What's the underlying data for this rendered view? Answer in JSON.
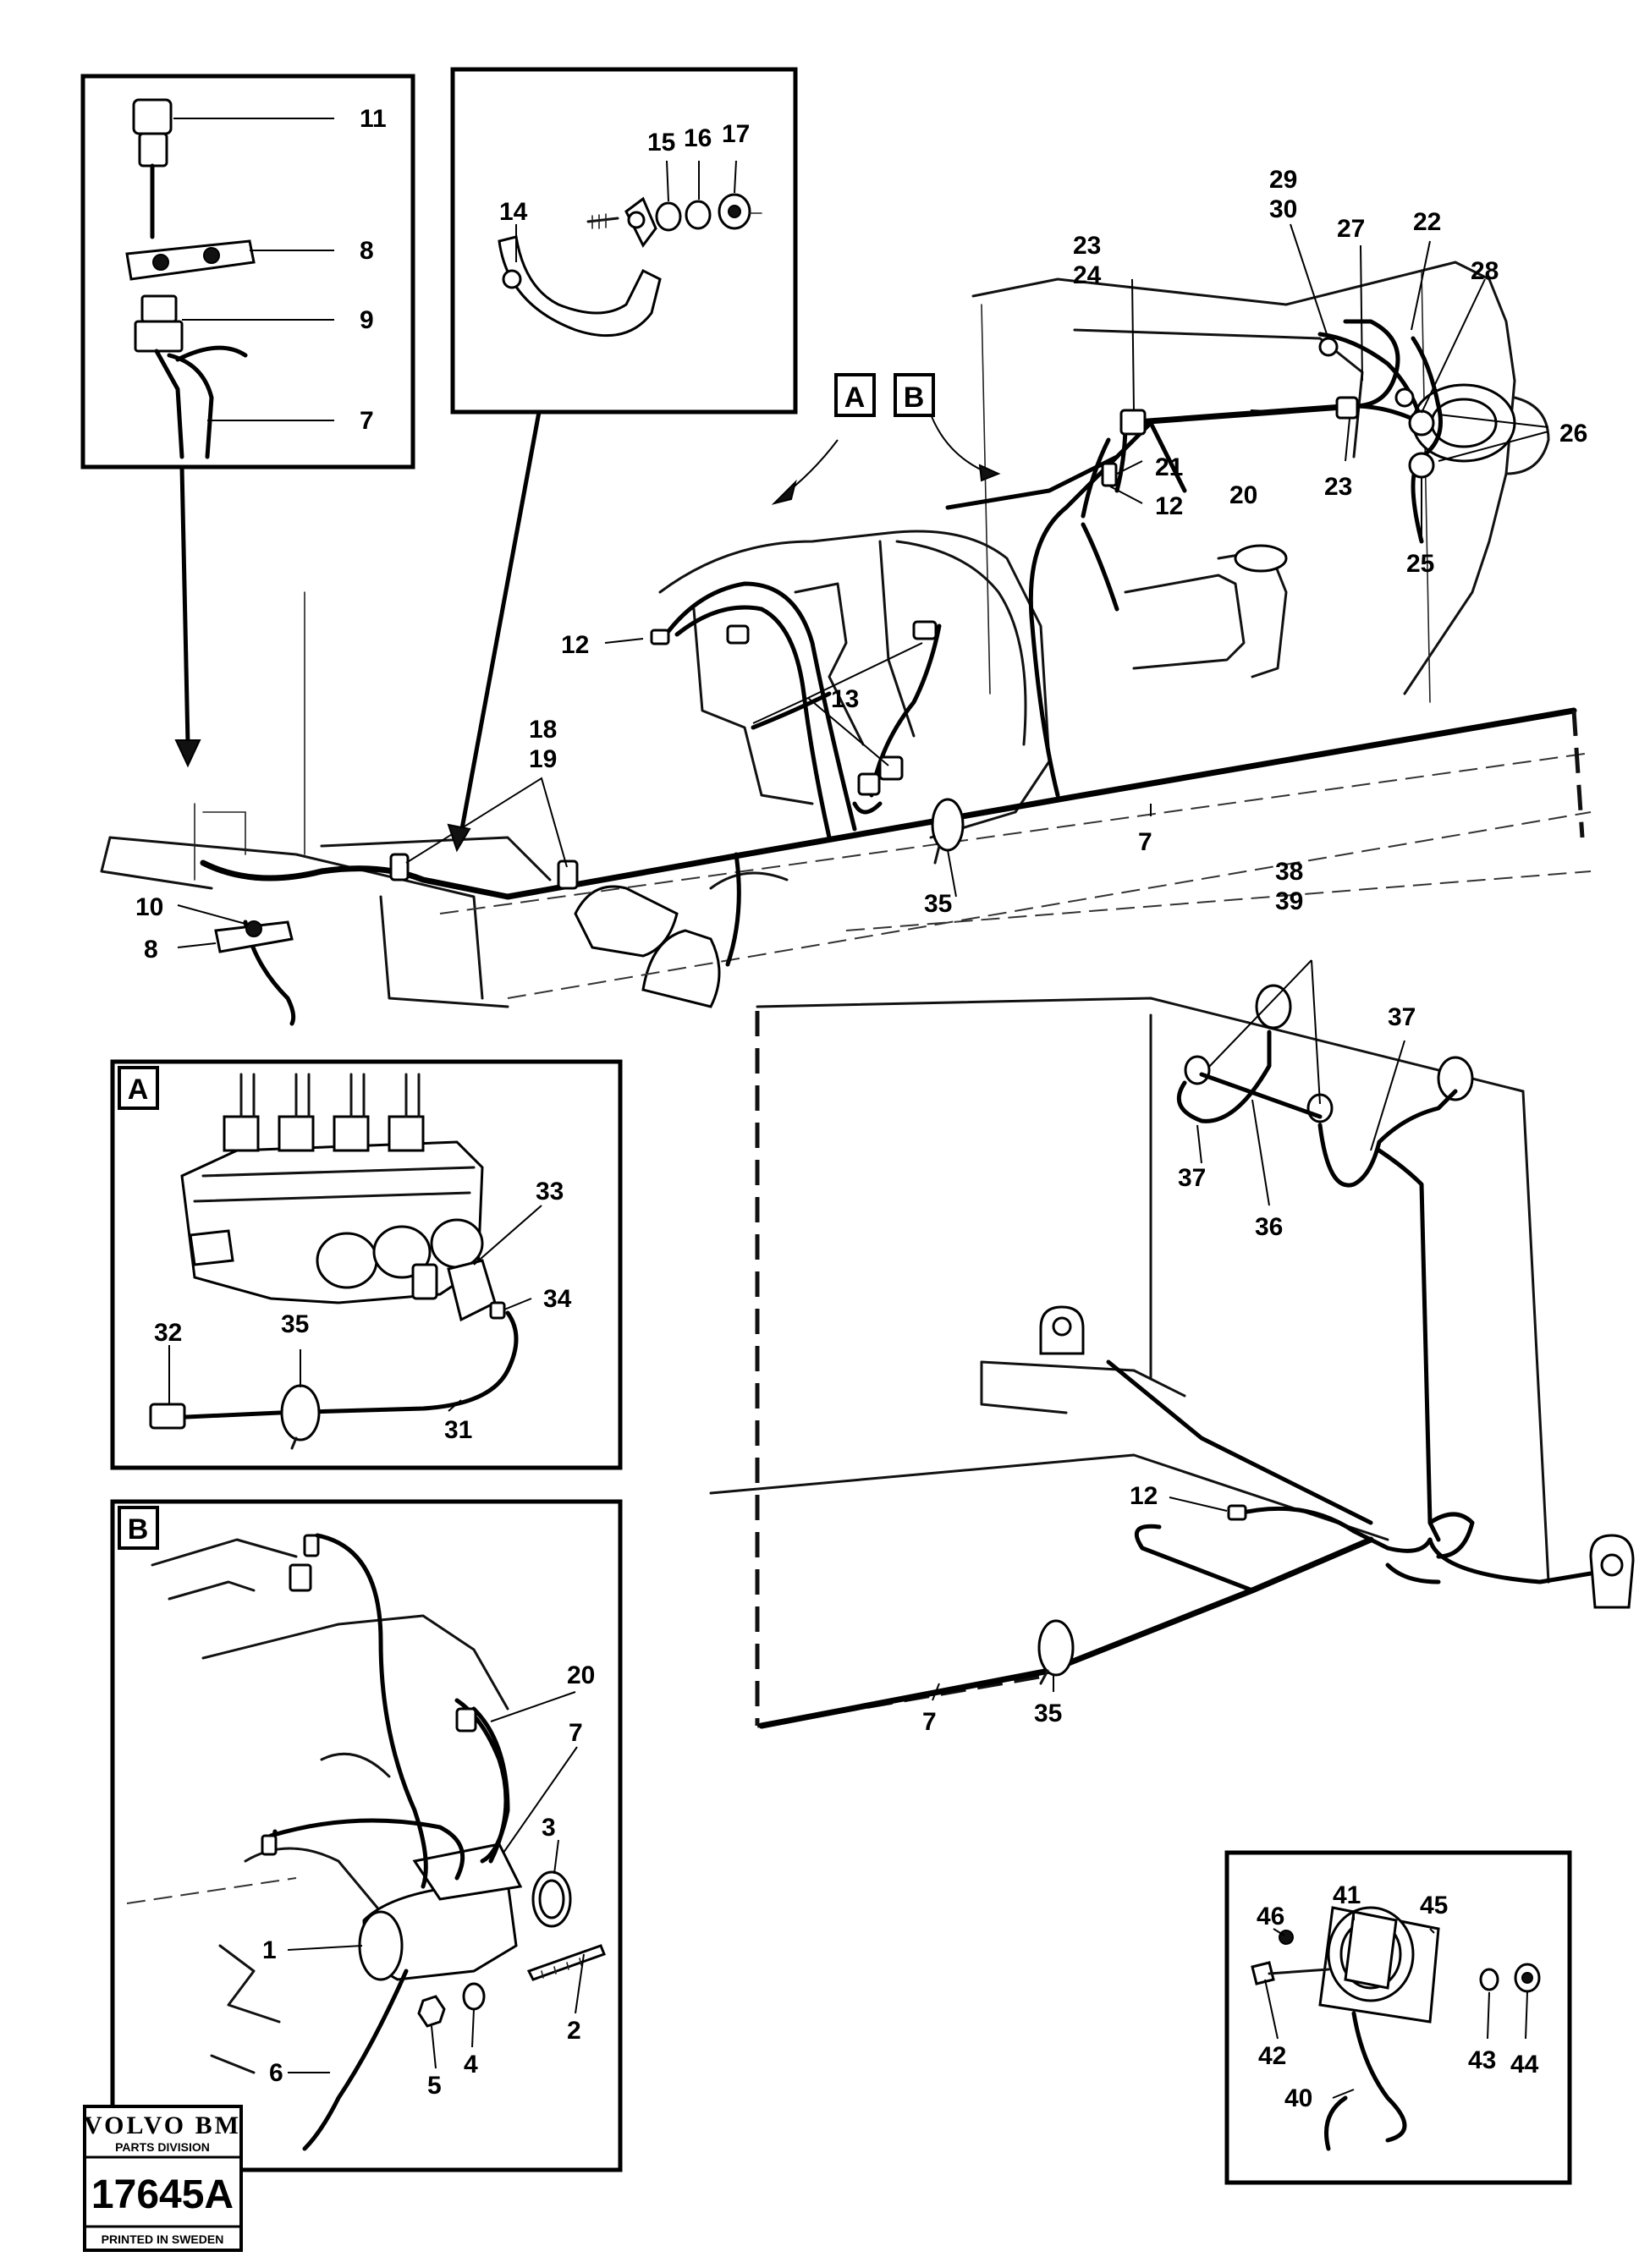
{
  "callouts": [
    {
      "id": "c-11",
      "text": "11"
    },
    {
      "id": "c-8a",
      "text": "8"
    },
    {
      "id": "c-9",
      "text": "9"
    },
    {
      "id": "c-7a",
      "text": "7"
    },
    {
      "id": "c-14",
      "text": "14"
    },
    {
      "id": "c-15",
      "text": "15"
    },
    {
      "id": "c-16",
      "text": "16"
    },
    {
      "id": "c-17",
      "text": "17"
    },
    {
      "id": "c-29",
      "text": "29"
    },
    {
      "id": "c-30",
      "text": "30"
    },
    {
      "id": "c-27",
      "text": "27"
    },
    {
      "id": "c-22",
      "text": "22"
    },
    {
      "id": "c-23a",
      "text": "23"
    },
    {
      "id": "c-24",
      "text": "24"
    },
    {
      "id": "c-28",
      "text": "28"
    },
    {
      "id": "c-26",
      "text": "26"
    },
    {
      "id": "c-21",
      "text": "21"
    },
    {
      "id": "c-12a",
      "text": "12"
    },
    {
      "id": "c-20a",
      "text": "20"
    },
    {
      "id": "c-23b",
      "text": "23"
    },
    {
      "id": "c-25",
      "text": "25"
    },
    {
      "id": "c-12b",
      "text": "12"
    },
    {
      "id": "c-13",
      "text": "13"
    },
    {
      "id": "c-18",
      "text": "18"
    },
    {
      "id": "c-19",
      "text": "19"
    },
    {
      "id": "c-7b",
      "text": "7"
    },
    {
      "id": "c-10",
      "text": "10"
    },
    {
      "id": "c-8b",
      "text": "8"
    },
    {
      "id": "c-35a",
      "text": "35"
    },
    {
      "id": "c-38",
      "text": "38"
    },
    {
      "id": "c-39",
      "text": "39"
    },
    {
      "id": "c-37a",
      "text": "37"
    },
    {
      "id": "c-37b",
      "text": "37"
    },
    {
      "id": "c-36",
      "text": "36"
    },
    {
      "id": "c-33",
      "text": "33"
    },
    {
      "id": "c-34",
      "text": "34"
    },
    {
      "id": "c-32",
      "text": "32"
    },
    {
      "id": "c-35b",
      "text": "35"
    },
    {
      "id": "c-31",
      "text": "31"
    },
    {
      "id": "c-12c",
      "text": "12"
    },
    {
      "id": "c-7c",
      "text": "7"
    },
    {
      "id": "c-35c",
      "text": "35"
    },
    {
      "id": "c-20b",
      "text": "20"
    },
    {
      "id": "c-7d",
      "text": "7"
    },
    {
      "id": "c-3",
      "text": "3"
    },
    {
      "id": "c-1",
      "text": "1"
    },
    {
      "id": "c-2",
      "text": "2"
    },
    {
      "id": "c-6",
      "text": "6"
    },
    {
      "id": "c-5",
      "text": "5"
    },
    {
      "id": "c-4",
      "text": "4"
    },
    {
      "id": "c-41",
      "text": "41"
    },
    {
      "id": "c-45",
      "text": "45"
    },
    {
      "id": "c-46",
      "text": "46"
    },
    {
      "id": "c-42",
      "text": "42"
    },
    {
      "id": "c-43",
      "text": "43"
    },
    {
      "id": "c-44",
      "text": "44"
    },
    {
      "id": "c-40",
      "text": "40"
    }
  ],
  "view_tags": {
    "a_main": "A",
    "b_main": "B",
    "a_inset": "A",
    "b_inset": "B"
  },
  "stamp": {
    "brand": "VOLVO BM",
    "division": "PARTS DIVISION",
    "number": "17645A",
    "printed": "PRINTED IN SWEDEN"
  }
}
